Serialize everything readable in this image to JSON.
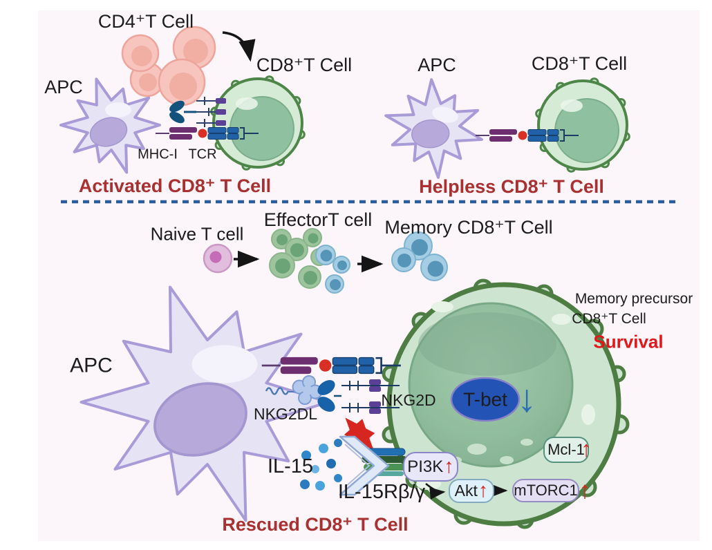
{
  "figure": {
    "bg_color": "#fcf5f9",
    "panels": {
      "activated": {
        "cd4_label": "CD4⁺T Cell",
        "apc_label": "APC",
        "cd8_label": "CD8⁺T Cell",
        "mhc_label": "MHC-I",
        "tcr_label": "TCR",
        "caption": "Activated CD8⁺ T Cell"
      },
      "helpless": {
        "apc_label": "APC",
        "cd8_label": "CD8⁺T Cell",
        "caption": "Helpless CD8⁺ T Cell"
      },
      "differentiation": {
        "naive_label": "Naive T cell",
        "effector_label": "EffectorT cell",
        "memory_label": "Memory CD8⁺T Cell"
      },
      "rescued": {
        "apc_label": "APC",
        "nkg2dl_label": "NKG2DL",
        "nkg2d_label": "NKG2D",
        "il15_label": "IL-15",
        "il15r_label": "IL-15Rβ/γ",
        "tbet_label": "T-bet",
        "pi3k_label": "PI3K",
        "akt_label": "Akt",
        "mtorc1_label": "mTORC1",
        "mcl1_label": "Mcl-1",
        "memory_precursor_line1": "Memory precursor",
        "memory_precursor_line2": "CD8⁺T Cell",
        "survival_label": "Survival",
        "caption": "Rescued CD8⁺ T Cell"
      }
    },
    "icons": {
      "up_arrow": "↑",
      "down_arrow": "↓"
    },
    "colors": {
      "caption_red": "#a93030",
      "survival_red": "#e0181c",
      "arrow_red": "#d6261f",
      "tbet_blue": "#2353b4",
      "divider_blue": "#2b5c9c",
      "cell_green_border": "#4e8549",
      "apc_lavender": "#e6e3f4"
    }
  }
}
